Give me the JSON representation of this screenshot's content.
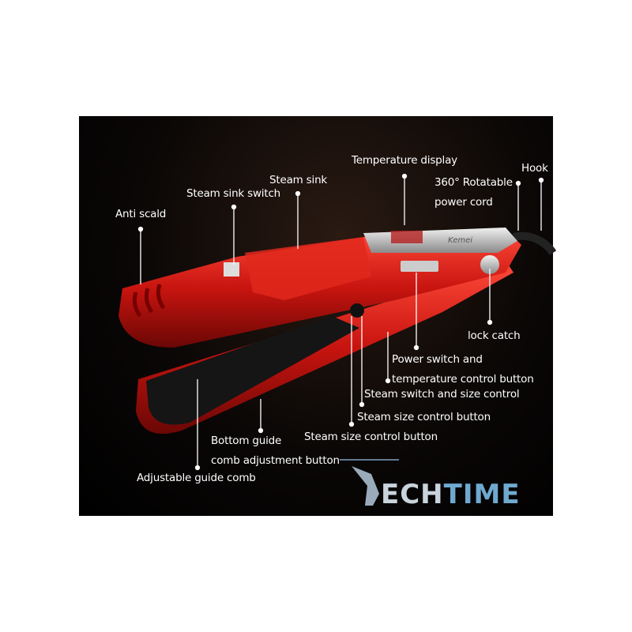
{
  "labels": {
    "temperature_display": "Temperature display",
    "hook": "Hook",
    "rotatable_line1": "360°  Rotatable",
    "rotatable_line2": "power cord",
    "steam_sink": "Steam sink",
    "steam_sink_switch": "Steam sink switch",
    "anti_scald": "Anti scald",
    "lock_catch": "lock catch",
    "power_switch_line1": "Power switch and",
    "power_switch_line2": "temperature control button",
    "steam_switch_size": "Steam switch and size control",
    "steam_size_button_1": "Steam size control button",
    "steam_size_button_2": "Steam size control button",
    "bottom_guide_line1": "Bottom guide",
    "bottom_guide_line2": "comb adjustment button",
    "adjustable_guide_comb": "Adjustable guide comb"
  },
  "brand_on_device": "Kemei",
  "watermark": {
    "part1": "ECH",
    "part2": "TIME",
    "full": "TECHTIME"
  },
  "colors": {
    "device_red": "#c8140f",
    "plate": "#151515",
    "label": "#ffffff",
    "logo_blue": "#6fa9cf"
  }
}
